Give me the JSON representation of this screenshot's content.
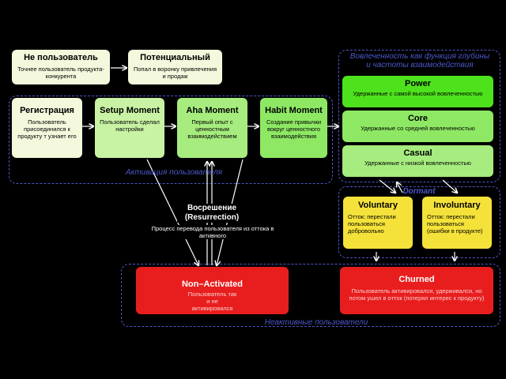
{
  "top": {
    "non_user": {
      "title": "Не пользователь",
      "desc": "Точнее пользователь продукта-конкурента"
    },
    "potential": {
      "title": "Потенциальный",
      "desc": "Попал в воронку привлечения и продаж"
    }
  },
  "activation": {
    "label": "Активация пользователя",
    "registration": {
      "title": "Регистрация",
      "desc": "Пользователь присоединился к продукту т узнает его"
    },
    "setup": {
      "title": "Setup Moment",
      "desc": "Пользователь сделал настройки"
    },
    "aha": {
      "title": "Aha Moment",
      "desc": "Первый опыт с ценностным взаимодействием"
    },
    "habit": {
      "title": "Habit Moment",
      "desc": "Создание привычки вокруг ценностного взаимодействия"
    }
  },
  "engagement": {
    "label": "Вовлеченность как функция глубины и частоты взаимодействия",
    "power": {
      "title": "Power",
      "desc": "Удержанные с самой высокой вовлеченностью"
    },
    "core": {
      "title": "Core",
      "desc": "Удержанные со средней вовлеченностью"
    },
    "casual": {
      "title": "Casual",
      "desc": "Удержанные с низкой вовлеченностью"
    }
  },
  "dormant": {
    "label": "Dormant",
    "voluntary": {
      "title": "Voluntary",
      "desc": "Отток: перестали пользоваться добровольно"
    },
    "involuntary": {
      "title": "Involuntary",
      "desc": "Отток: перестали пользоваться (ошибки в продукте)"
    }
  },
  "resurrection": {
    "title": "Восрешение (Resurrection)",
    "desc": "Процесс перевода пользователя из оттока в активного"
  },
  "inactive": {
    "label": "Неактивные пользователи",
    "non_activated": {
      "title": "Non–Activated",
      "desc": "Пользователь так и не активировался"
    },
    "churned": {
      "title": "Churned",
      "desc": "Пользователь активировался, удерживался, но потом ушел в отток (потерял интерес к продукту)"
    }
  },
  "colors": {
    "dash": "#4b57c8",
    "red": "#e81e1e",
    "yellow": "#f4e23a",
    "green": "#4ee21c"
  }
}
